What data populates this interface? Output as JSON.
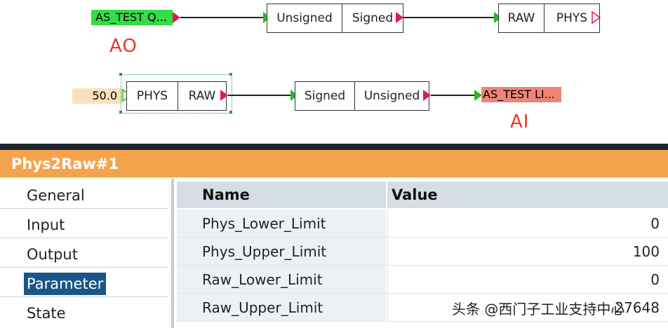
{
  "diagram": {
    "ao_label": "AO",
    "ai_label": "AI",
    "ao_signal": "AS_TEST Q...",
    "ai_signal": "AS_TEST LI...",
    "input_value": "50.0",
    "block1": {
      "left": "Unsigned",
      "right": "Signed"
    },
    "block2": {
      "left": "RAW",
      "right": "PHYS"
    },
    "block3": {
      "left": "PHYS",
      "right": "RAW"
    },
    "block4": {
      "left": "Signed",
      "right": "Unsigned"
    }
  },
  "panel": {
    "title": "Phys2Raw#1",
    "nav": [
      "General",
      "Input",
      "Output",
      "Parameter",
      "State"
    ],
    "active_nav": "Parameter",
    "columns": {
      "name": "Name",
      "value": "Value"
    },
    "rows": [
      {
        "name": "Phys_Lower_Limit",
        "value": "0"
      },
      {
        "name": "Phys_Upper_Limit",
        "value": "100"
      },
      {
        "name": "Raw_Lower_Limit",
        "value": "0"
      },
      {
        "name": "Raw_Upper_Limit",
        "value": "27648"
      }
    ]
  },
  "watermark": "头条 @西门子工业支持中心",
  "colors": {
    "title_bar": "#f5a44e",
    "active_nav": "#1b5585",
    "signal_green": "#33dd44",
    "signal_red": "#f08478",
    "label_red": "#e03a2f"
  }
}
